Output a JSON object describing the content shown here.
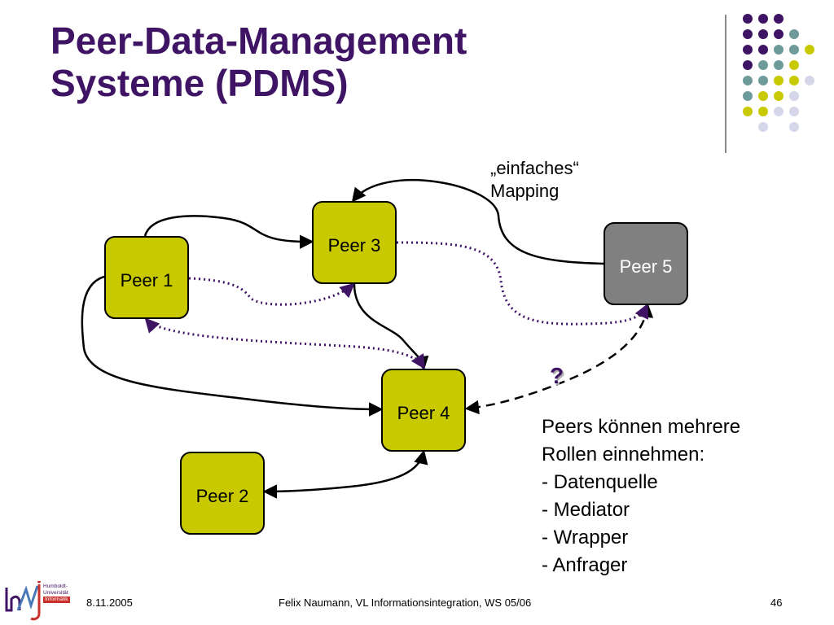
{
  "slide": {
    "title_line1": "Peer-Data-Management",
    "title_line2": "Systeme (PDMS)"
  },
  "diagram": {
    "peers": {
      "p1": "Peer 1",
      "p2": "Peer 2",
      "p3": "Peer 3",
      "p4": "Peer 4",
      "p5": "Peer 5"
    },
    "mapping_label_line1": "„einfaches“",
    "mapping_label_line2": "Mapping",
    "question_mark": "?",
    "colors": {
      "peer_fill": "#c9c900",
      "peer5_fill": "#808080",
      "dotted_arrow": "#3f1465",
      "title": "#3f1465"
    }
  },
  "roles": {
    "line1": "Peers können mehrere",
    "line2": "Rollen einnehmen:",
    "items": [
      "- Datenquelle",
      "- Mediator",
      "- Wrapper",
      "- Anfrager"
    ]
  },
  "footer": {
    "date": "8.11.2005",
    "center": "Felix Naumann, VL Informationsintegration, WS 05/06",
    "page": "46"
  },
  "logo": {
    "line1": "Humboldt-",
    "line2": "Universität",
    "line3": "Informatik"
  }
}
